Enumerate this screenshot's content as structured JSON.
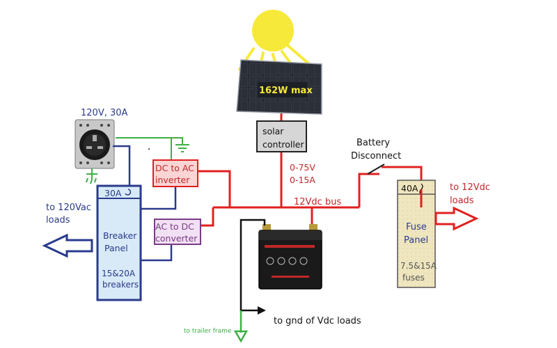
{
  "solar": {
    "label": "162W max"
  },
  "controller": {
    "line1": "solar",
    "line2": "controller"
  },
  "controller_output": {
    "voltage": "0-75V",
    "current": "0-15A"
  },
  "outlet": {
    "label": "120V, 30A"
  },
  "inverter": {
    "line1": "DC to AC",
    "line2": "inverter"
  },
  "converter": {
    "line1": "AC to DC",
    "line2": "converter"
  },
  "breaker": {
    "rating": "30A",
    "line1": "Breaker",
    "line2": "Panel",
    "line3": "15&20A",
    "line4": "breakers"
  },
  "ac_loads": {
    "line1": "to 120Vac",
    "line2": "loads"
  },
  "bus": {
    "label": "12Vdc bus"
  },
  "disconnect": {
    "line1": "Battery",
    "line2": "Disconnect"
  },
  "fuse": {
    "rating": "40A",
    "line1": "Fuse",
    "line2": "Panel",
    "line3": "7.5&15A",
    "line4": "fuses"
  },
  "dc_loads": {
    "line1": "to 12Vdc",
    "line2": "loads"
  },
  "ground": {
    "vdc_loads": "to gnd of Vdc loads",
    "frame": "to trailer frame"
  },
  "colors": {
    "red_wire": "#e02020",
    "blue_wire": "#2a3a8c",
    "green_wire": "#3cb043",
    "sun": "#f7e93a",
    "dc_red": "#c0282a"
  }
}
